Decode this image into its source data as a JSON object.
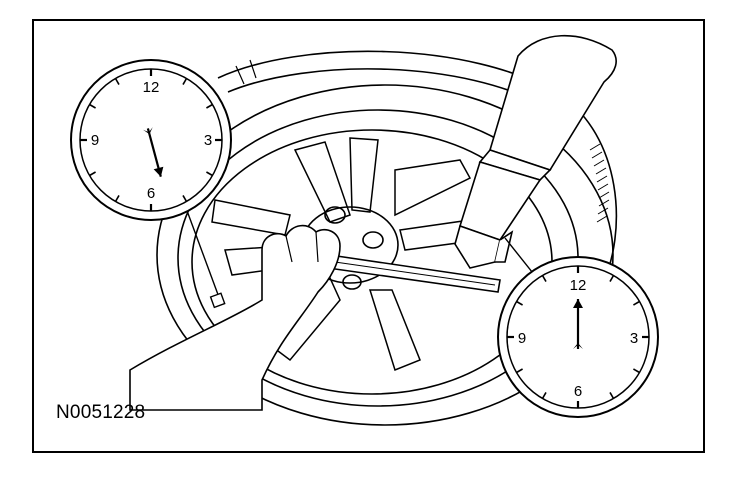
{
  "figure": {
    "code": "N0051228"
  },
  "gauges": [
    {
      "id": "left",
      "labels": {
        "twelve": "12",
        "three": "3",
        "six": "6",
        "nine": "9"
      },
      "hand_position_oclock": 5.5
    },
    {
      "id": "right",
      "labels": {
        "twelve": "12",
        "three": "3",
        "six": "6",
        "nine": "9"
      },
      "hand_position_oclock": 12
    }
  ],
  "colors": {
    "line": "#000000",
    "background": "#ffffff"
  }
}
